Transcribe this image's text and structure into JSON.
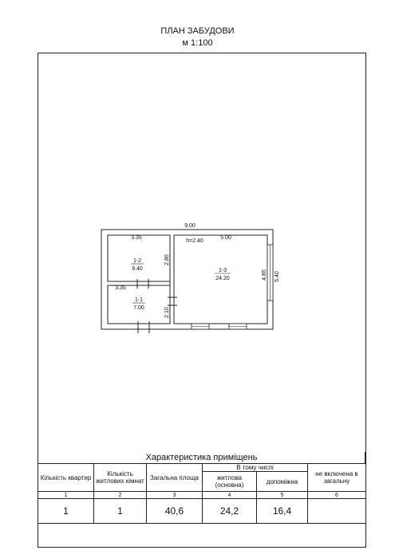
{
  "title": "ПЛАН ЗАБУДОВИ",
  "scale": "м 1:100",
  "plan": {
    "overall_width": "9.00",
    "height_note": "h=2.40",
    "outer_right": "5.40",
    "rooms": [
      {
        "id": "1-2",
        "area": "9.40",
        "width": "3.35",
        "depth": "2.80"
      },
      {
        "id": "1-1",
        "area": "7.00",
        "width": "3.35",
        "depth": "2.10"
      },
      {
        "id": "1-3",
        "area": "24.20",
        "width": "5.00",
        "depth": "4.85"
      }
    ]
  },
  "table": {
    "header": "Характеристика приміщень",
    "columns": [
      "Кількість квартир",
      "Кількість житлових кімнат",
      "Загальна площа",
      "В тому числі",
      "житлова (основна)",
      "допоміжна",
      "не включена в загальну"
    ],
    "column_numbers": [
      "1",
      "2",
      "3",
      "4",
      "5",
      "6"
    ],
    "values": [
      "1",
      "1",
      "40,6",
      "24,2",
      "16,4",
      ""
    ]
  }
}
